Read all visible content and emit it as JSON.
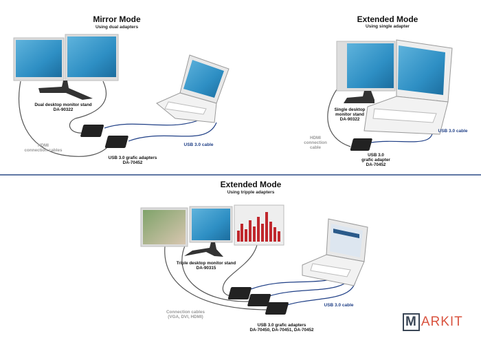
{
  "panels": [
    {
      "title": "Mirror Mode",
      "subtitle": "Using dual adapters",
      "stand_label": [
        "Dual desktop monitor stand",
        "DA-90322"
      ],
      "cable_label": [
        "HDMI",
        "connection cables"
      ],
      "usb_label": "USB 3.0 cable",
      "adapter_label": [
        "USB 3.0 grafic adapters",
        "DA-70452"
      ]
    },
    {
      "title": "Extended Mode",
      "subtitle": "Using single adapter",
      "stand_label": [
        "Single desktop",
        "monitor stand",
        "DA-90322"
      ],
      "cable_label": [
        "HDMI",
        "connection",
        "cable"
      ],
      "usb_label": "USB 3.0 cable",
      "adapter_label": [
        "USB 3.0",
        "grafic adapter",
        "DA-70452"
      ]
    },
    {
      "title": "Extended Mode",
      "subtitle": "Using tripple adapters",
      "stand_label": [
        "Triple desktop monitor stand",
        "DA-90315"
      ],
      "cable_label": [
        "Connection cables",
        "(VGA, DVI, HDMI)"
      ],
      "usb_label": "USB 3.0 cable",
      "adapter_label": [
        "USB 3.0 grafic adapters",
        "DA-70450, DA-70451, DA-70452"
      ]
    }
  ],
  "logo": {
    "boxed": "M",
    "rest": "ARKIT"
  },
  "colors": {
    "usb_cable": "#1f3f86",
    "divider": "#2a4a86",
    "screen": "#2e8fc4",
    "logo_red": "#d9533f"
  }
}
